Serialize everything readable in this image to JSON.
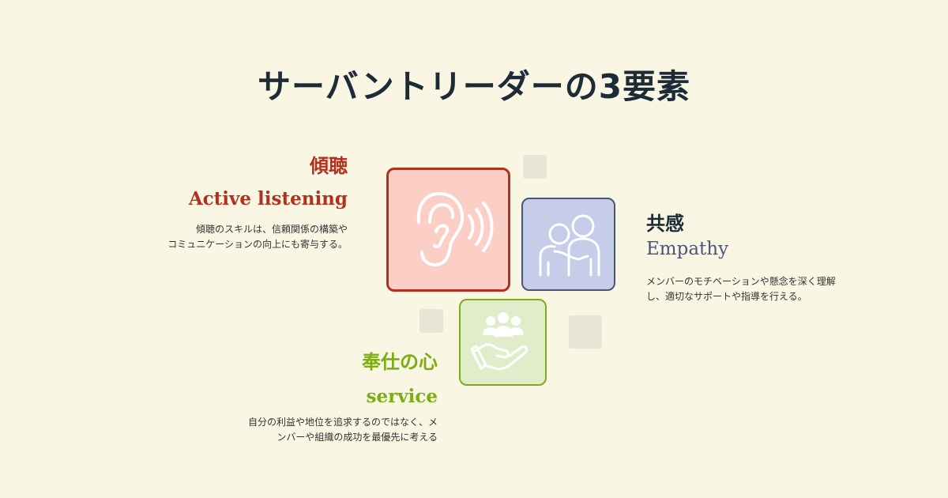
{
  "title": "サーバントリーダーの3要素",
  "elements": [
    {
      "id": "listening",
      "jp": "傾聴",
      "en": "Active listening",
      "desc_lines": [
        "傾聴のスキルは、信頼関係の構築や",
        "コミュニケーションの向上にも寄与する。"
      ],
      "icon": "ear-sound-icon",
      "colors": {
        "text": "#b2301e",
        "card_bg": "#fbcfc5",
        "card_border": "#b2301e"
      }
    },
    {
      "id": "empathy",
      "jp": "共感",
      "en": "Empathy",
      "desc_lines": [
        "メンバーのモチベーションや懸念を深く理解",
        "し、適切なサポートや指導を行える。"
      ],
      "icon": "people-hug-icon",
      "colors": {
        "text": "#4a5578",
        "card_bg": "#c6cde9",
        "card_border": "#4a5578"
      }
    },
    {
      "id": "service",
      "jp": "奉仕の心",
      "en": "service",
      "desc_lines": [
        "自分の利益や地位を追求するのではなく、メ",
        "ンバーや組織の成功を最優先に考える"
      ],
      "icon": "hand-people-icon",
      "colors": {
        "text": "#7cad12",
        "card_bg": "#e1eccb",
        "card_border": "#7cad12"
      }
    }
  ],
  "colors": {
    "background": "#f9f6e4",
    "title": "#1d2b36",
    "decor": "#e8e4d6"
  }
}
